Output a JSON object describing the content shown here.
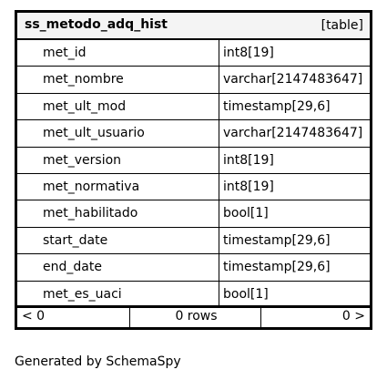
{
  "table": {
    "name": "ss_metodo_adq_hist",
    "kind": "[table]",
    "columns": [
      {
        "name": "met_id",
        "type": "int8[19]"
      },
      {
        "name": "met_nombre",
        "type": "varchar[2147483647]"
      },
      {
        "name": "met_ult_mod",
        "type": "timestamp[29,6]"
      },
      {
        "name": "met_ult_usuario",
        "type": "varchar[2147483647]"
      },
      {
        "name": "met_version",
        "type": "int8[19]"
      },
      {
        "name": "met_normativa",
        "type": "int8[19]"
      },
      {
        "name": "met_habilitado",
        "type": "bool[1]"
      },
      {
        "name": "start_date",
        "type": "timestamp[29,6]"
      },
      {
        "name": "end_date",
        "type": "timestamp[29,6]"
      },
      {
        "name": "met_es_uaci",
        "type": "bool[1]"
      }
    ],
    "footer": {
      "left": "< 0",
      "middle": "0 rows",
      "right": "0 >"
    }
  },
  "generated_by": "Generated by SchemaSpy"
}
